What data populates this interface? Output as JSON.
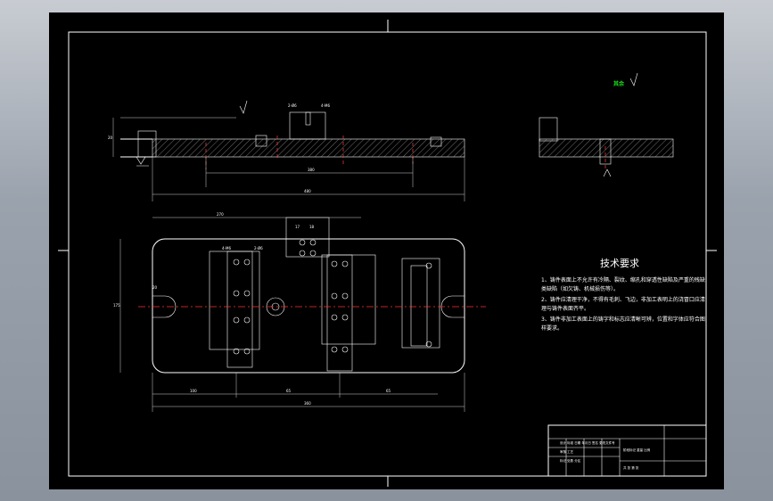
{
  "drawing": {
    "notes_title": "技术要求",
    "notes": [
      "1、铸件表面上不允许有冷隔、裂纹、缩孔和穿透性缺陷及严重的残缺",
      "类缺陷（如欠铸、机械损伤等）。",
      "2、铸件应清理干净，不得有毛刺、飞边，非加工表明上的浇冒口应清",
      "理与铸件表面齐平。",
      "3、铸件非加工表面上的铸字和标志应清晰可辨，位置和字体应符合图",
      "样要求。"
    ],
    "roughness_label": "其余",
    "dims": {
      "top_width": "380",
      "top_overall": "480",
      "top_height": "20",
      "plan_top": "270",
      "plan_width": "360",
      "plan_height": "175",
      "seg1": "100",
      "seg2": "65",
      "seg3": "65",
      "dim_left": "20",
      "hole_label": "4-M6",
      "hole_label2": "2-Ø6",
      "tol1": "17",
      "tol2": "18"
    },
    "title_block": {
      "row1": "设计 标准 日期 年月日 签名 更改文件号",
      "row2": "审核 工艺",
      "row3": "标记 处数 分区",
      "row4": "阶段标记 重量 比例",
      "row5": "共 张 第 张"
    }
  }
}
